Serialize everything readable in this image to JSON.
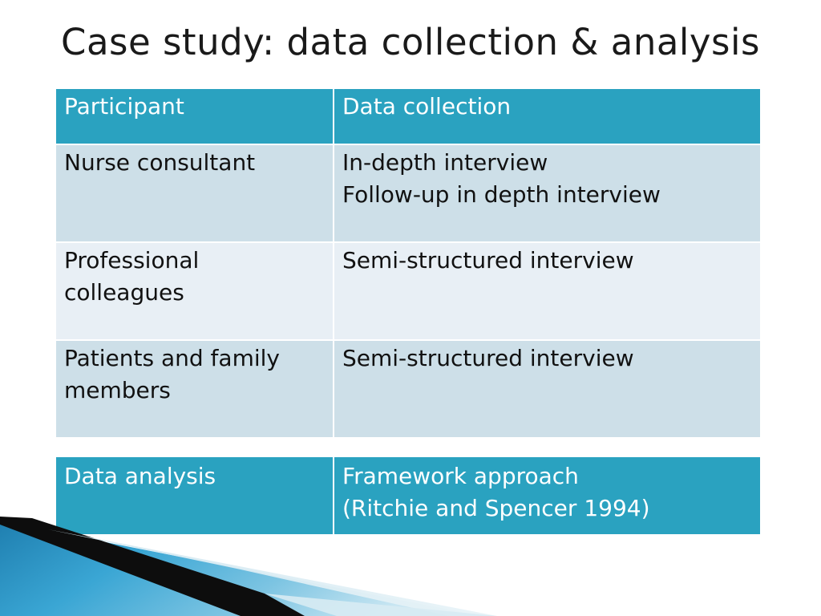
{
  "slide": {
    "title": "Case study: data collection & analysis"
  },
  "participants_table": {
    "header": {
      "col1": "Participant",
      "col2": "Data collection"
    },
    "rows": [
      {
        "participant": [
          "Nurse consultant"
        ],
        "collection": [
          "In-depth interview",
          "Follow-up in depth interview"
        ]
      },
      {
        "participant": [
          "Professional",
          "colleagues"
        ],
        "collection": [
          "Semi-structured interview"
        ]
      },
      {
        "participant": [
          "Patients and family",
          "members"
        ],
        "collection": [
          "Semi-structured interview"
        ]
      }
    ]
  },
  "analysis_table": {
    "label": "Data analysis",
    "value": [
      "Framework approach",
      "(Ritchie and Spencer 1994)"
    ]
  },
  "colors": {
    "header_teal": "#2aa2c0",
    "row_dark": "#cddfe8",
    "row_light": "#e8eff5"
  }
}
